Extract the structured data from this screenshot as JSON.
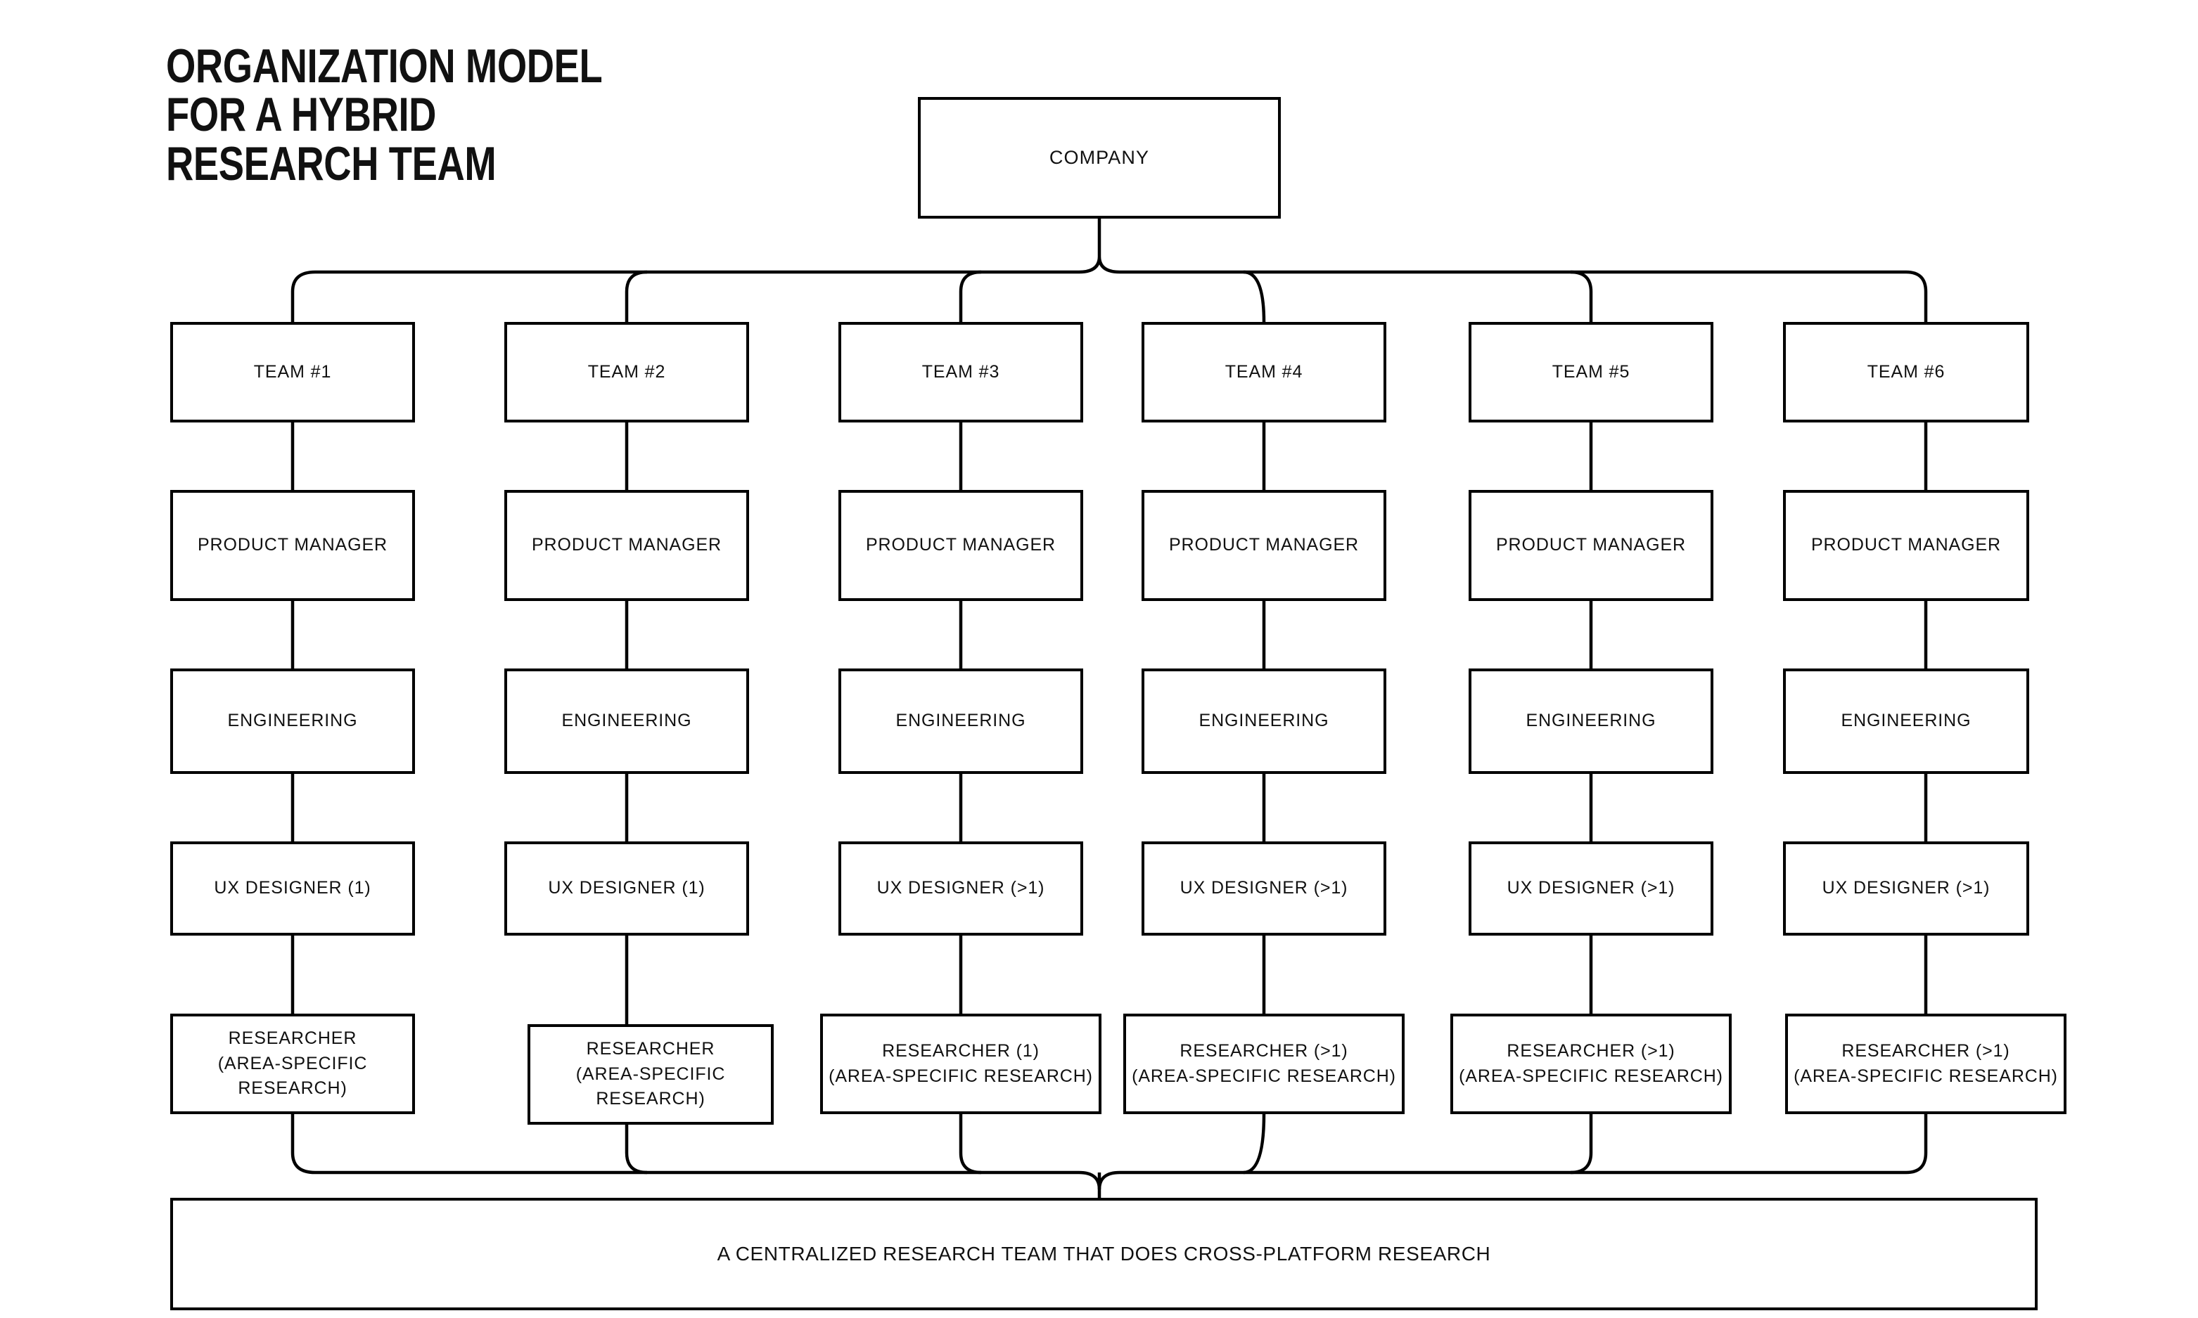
{
  "title": "ORGANIZATION MODEL FOR A HYBRID\nRESEARCH TEAM",
  "root": {
    "label": "COMPANY"
  },
  "columns": [
    {
      "team": "TEAM #1",
      "product_manager": "PRODUCT MANAGER",
      "engineering": "ENGINEERING",
      "ux_designer": "UX DESIGNER (1)",
      "researcher": "RESEARCHER\n(AREA-SPECIFIC RESEARCH)"
    },
    {
      "team": "TEAM #2",
      "product_manager": "PRODUCT MANAGER",
      "engineering": "ENGINEERING",
      "ux_designer": "UX DESIGNER (1)",
      "researcher": "RESEARCHER\n(AREA-SPECIFIC RESEARCH)"
    },
    {
      "team": "TEAM #3",
      "product_manager": "PRODUCT MANAGER",
      "engineering": "ENGINEERING",
      "ux_designer": "UX DESIGNER (>1)",
      "researcher": "RESEARCHER (1)\n(AREA-SPECIFIC RESEARCH)"
    },
    {
      "team": "TEAM #4",
      "product_manager": "PRODUCT MANAGER",
      "engineering": "ENGINEERING",
      "ux_designer": "UX DESIGNER (>1)",
      "researcher": "RESEARCHER (>1)\n(AREA-SPECIFIC RESEARCH)"
    },
    {
      "team": "TEAM #5",
      "product_manager": "PRODUCT MANAGER",
      "engineering": "ENGINEERING",
      "ux_designer": "UX DESIGNER (>1)",
      "researcher": "RESEARCHER (>1)\n(AREA-SPECIFIC RESEARCH)"
    },
    {
      "team": "TEAM #6",
      "product_manager": "PRODUCT MANAGER",
      "engineering": "ENGINEERING",
      "ux_designer": "UX DESIGNER (>1)",
      "researcher": "RESEARCHER (>1)\n(AREA-SPECIFIC RESEARCH)"
    }
  ],
  "footer": {
    "label": "A CENTRALIZED RESEARCH TEAM THAT DOES CROSS-PLATFORM RESEARCH"
  },
  "colors": {
    "stroke": "#000000",
    "background": "#ffffff",
    "text": "#111111"
  }
}
